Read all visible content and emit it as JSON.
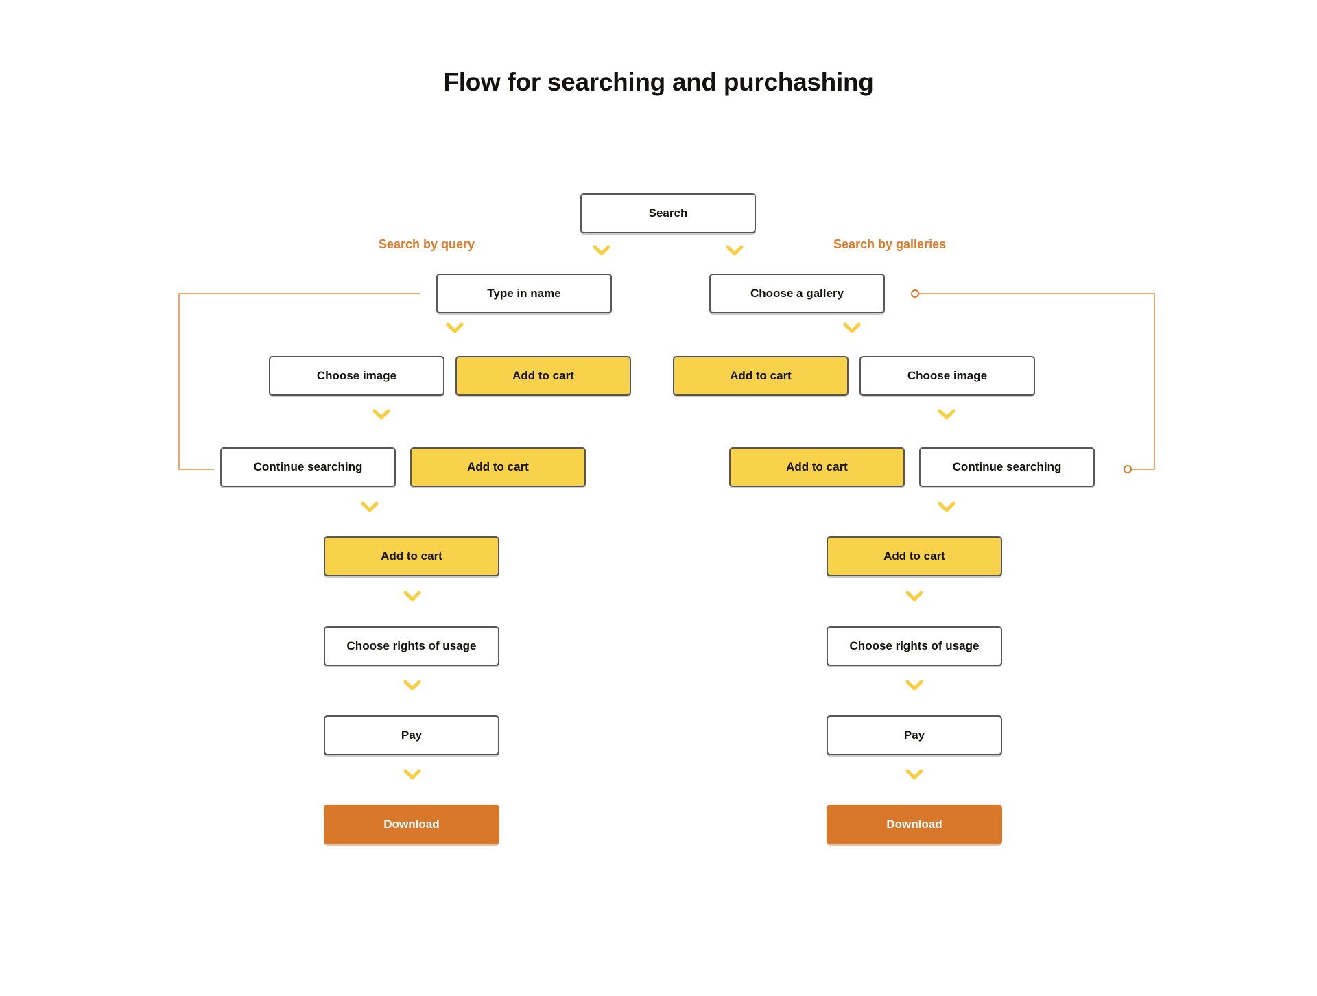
{
  "page": {
    "title": "Flow for searching and purchashing",
    "background": "#ffffff"
  },
  "colors": {
    "accent_yellow": "#F9D24C",
    "accent_orange": "#D9782B",
    "label_orange": "#DC7A27",
    "connector_orange": "#E8A86A",
    "box_border": "#55555a",
    "text_dark": "#14120f",
    "chevron_yellow": "#F8CE3E"
  },
  "branch_labels": {
    "left": "Search by query",
    "right": "Search by galleries"
  },
  "nodes": {
    "root": {
      "label": "Search",
      "style": "white"
    },
    "left": {
      "step1": {
        "label": "Type in name",
        "style": "white"
      },
      "step2_a": {
        "label": "Choose image",
        "style": "white"
      },
      "step2_b": {
        "label": "Add to cart",
        "style": "yellow"
      },
      "step3_a": {
        "label": "Continue searching",
        "style": "white"
      },
      "step3_b": {
        "label": "Add to cart",
        "style": "yellow"
      },
      "step4": {
        "label": "Add to cart",
        "style": "yellow"
      },
      "step5": {
        "label": "Choose rights of usage",
        "style": "white"
      },
      "step6": {
        "label": "Pay",
        "style": "white"
      },
      "step7": {
        "label": "Download",
        "style": "orange"
      }
    },
    "right": {
      "step1": {
        "label": "Choose a gallery",
        "style": "white"
      },
      "step2_a": {
        "label": "Add to cart",
        "style": "yellow"
      },
      "step2_b": {
        "label": "Choose image",
        "style": "white"
      },
      "step3_a": {
        "label": "Add to cart",
        "style": "yellow"
      },
      "step3_b": {
        "label": "Continue searching",
        "style": "white"
      },
      "step4": {
        "label": "Add to cart",
        "style": "yellow"
      },
      "step5": {
        "label": "Choose rights of usage",
        "style": "white"
      },
      "step6": {
        "label": "Pay",
        "style": "white"
      },
      "step7": {
        "label": "Download",
        "style": "orange"
      }
    }
  },
  "chart_data": {
    "type": "diagram",
    "title": "Flow for searching and purchashing",
    "flow_branches": [
      {
        "name": "Search by query",
        "steps": [
          "Search",
          "Type in name",
          "Choose image",
          "Continue searching",
          "Add to cart",
          "Choose rights of usage",
          "Pay",
          "Download"
        ],
        "side_actions": [
          "Add to cart",
          "Add to cart"
        ],
        "loopback": "Continue searching -> Type in name"
      },
      {
        "name": "Search by galleries",
        "steps": [
          "Search",
          "Choose a gallery",
          "Choose image",
          "Continue searching",
          "Add to cart",
          "Choose rights of usage",
          "Pay",
          "Download"
        ],
        "side_actions": [
          "Add to cart",
          "Add to cart"
        ],
        "loopback": "Continue searching -> Choose a gallery"
      }
    ]
  }
}
